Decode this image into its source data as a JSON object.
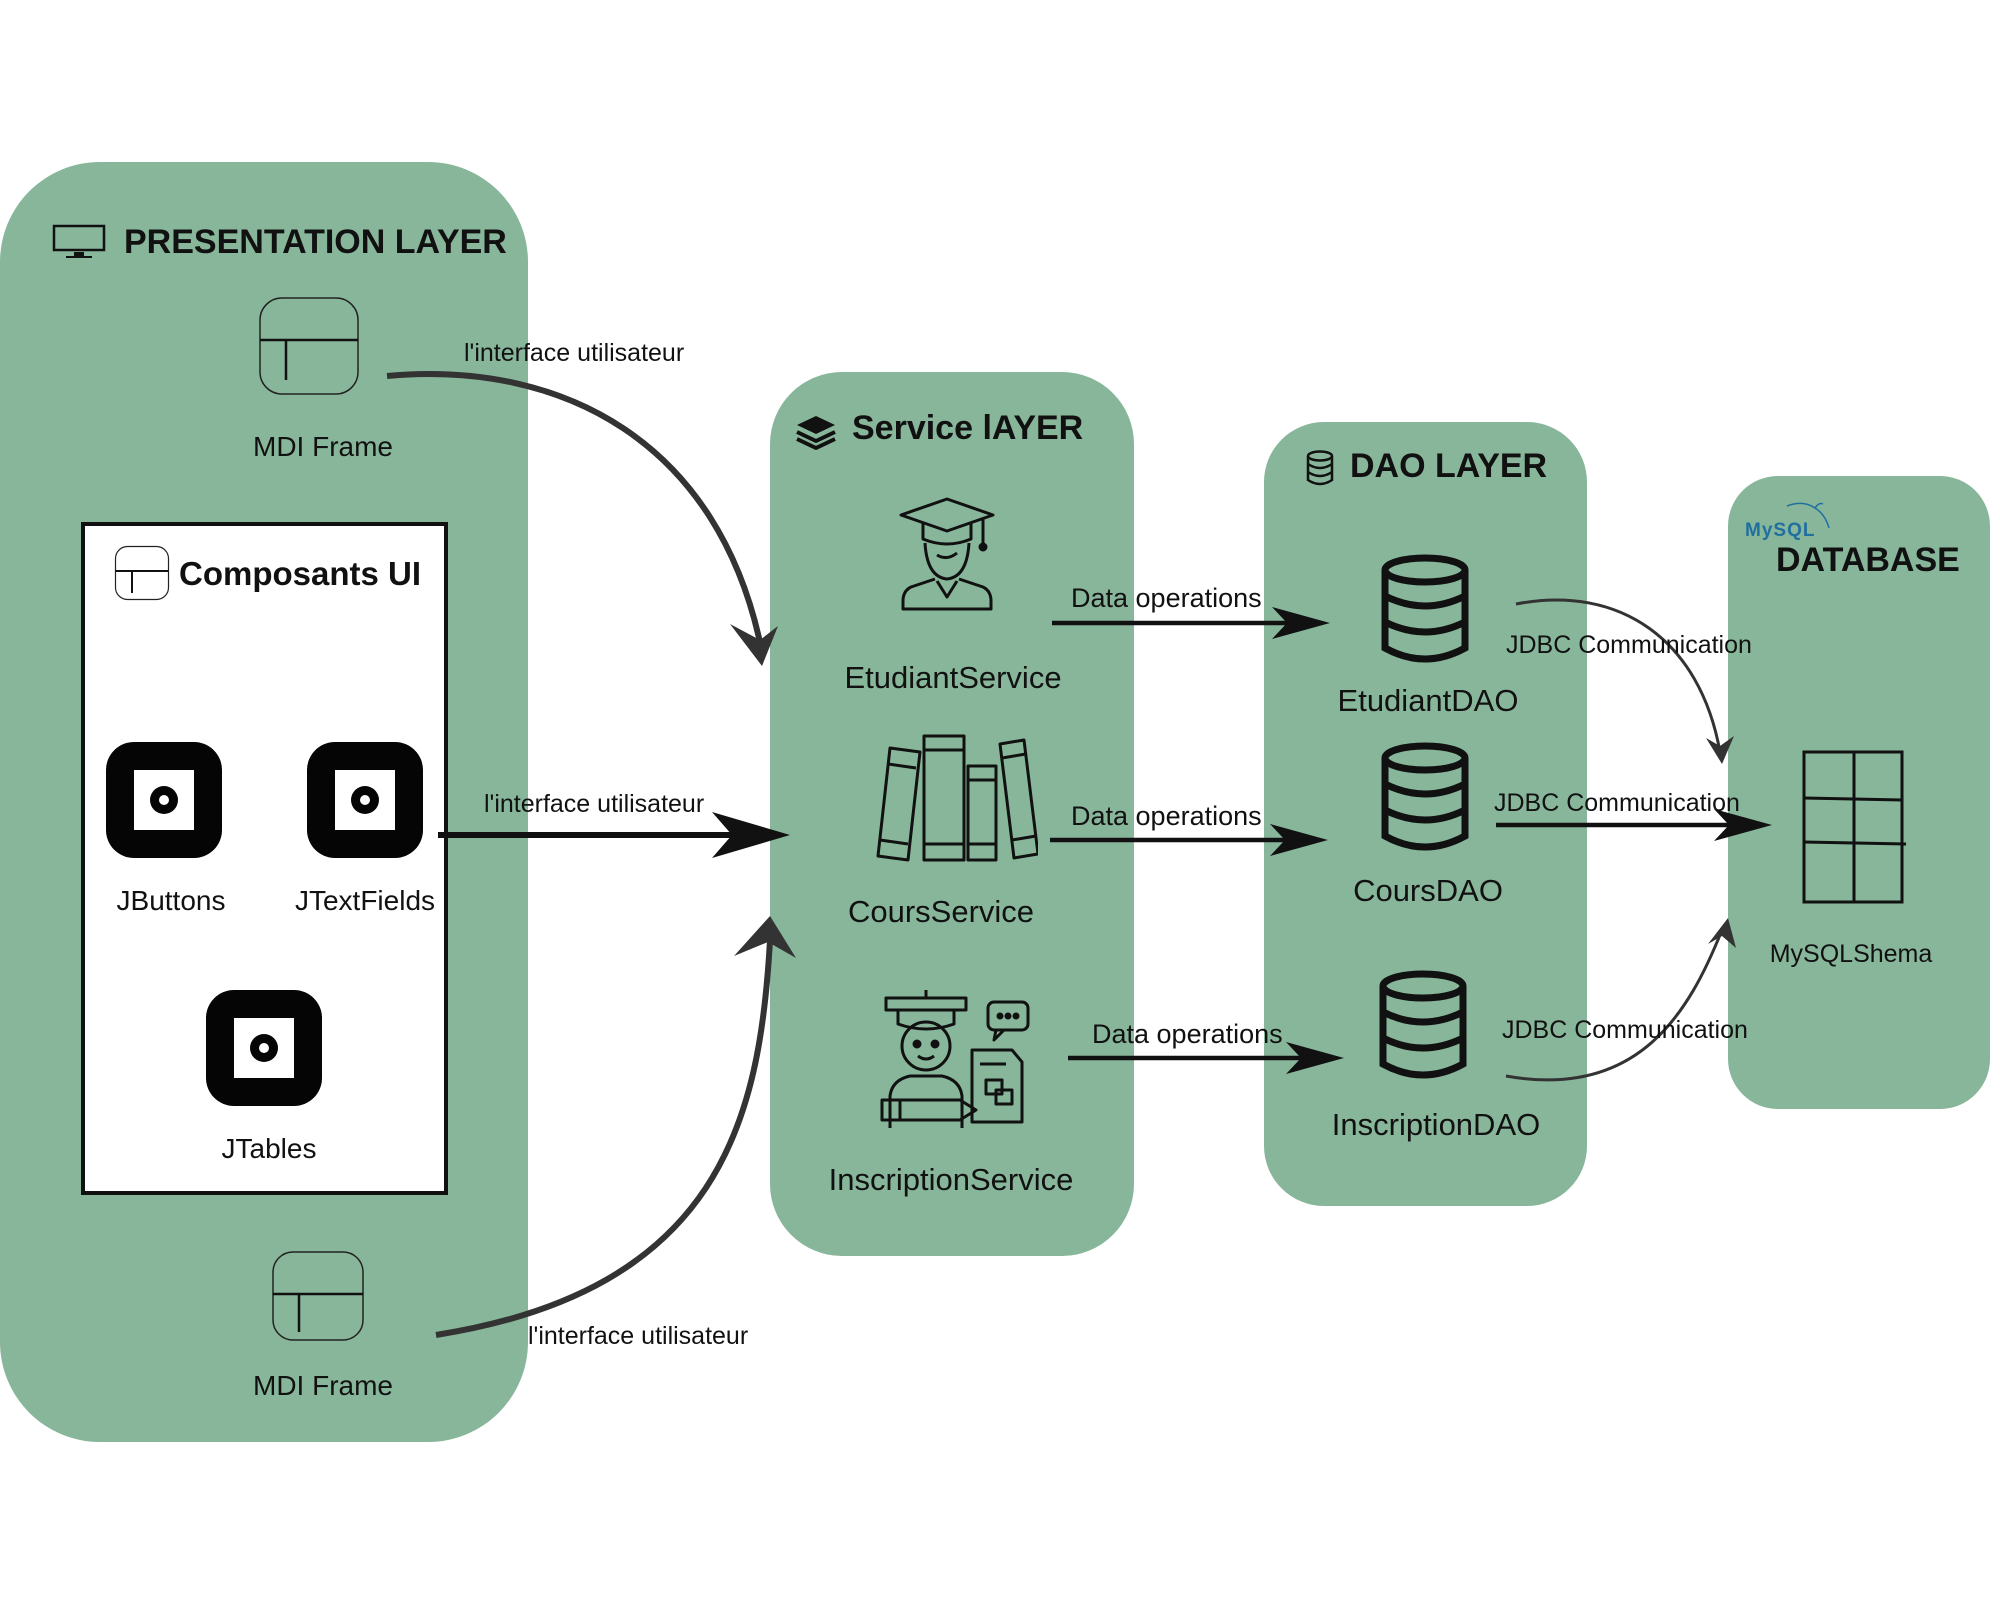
{
  "layers": {
    "presentation": {
      "title": "PRESENTATION LAYER",
      "mdi_top": "MDI Frame",
      "mdi_bottom": "MDI Frame",
      "ui_box": {
        "title": "Composants UI",
        "items": [
          "JButtons",
          "JTextFields",
          "JTables"
        ]
      }
    },
    "service": {
      "title": "Service lAYER",
      "items": [
        "EtudiantService",
        "CoursService",
        "InscriptionService"
      ]
    },
    "dao": {
      "title": "DAO LAYER",
      "items": [
        "EtudiantDAO",
        "CoursDAO",
        "InscriptionDAO"
      ]
    },
    "database": {
      "logo_text": "MySQL",
      "title": "DATABASE",
      "schema": "MySQLShema"
    }
  },
  "edges": {
    "ui_to_service": [
      "l'interface utilisateur",
      "l'interface utilisateur",
      "l'interface utilisateur"
    ],
    "service_to_dao": [
      "Data operations",
      "Data operations",
      "Data operations"
    ],
    "dao_to_db": [
      "JDBC Communication",
      "JDBC Communication",
      "JDBC Communication"
    ]
  },
  "colors": {
    "layer_fill": "#88b69a",
    "arrow": "#333333",
    "mysql_blue": "#1f6f9f",
    "mysql_orange": "#e48e00"
  },
  "icons": {
    "presentation": "monitor-icon",
    "mdi_frame": "window-frame-icon",
    "ui_components": "window-frame-icon",
    "ui_items": "button-square-icon",
    "service": "stack-layers-icon",
    "service_items": [
      "graduate-student-icon",
      "books-icon",
      "student-learning-icon"
    ],
    "dao": "database-icon",
    "dao_items": "database-cylinder-icon",
    "database": "mysql-logo",
    "schema": "table-grid-icon"
  }
}
